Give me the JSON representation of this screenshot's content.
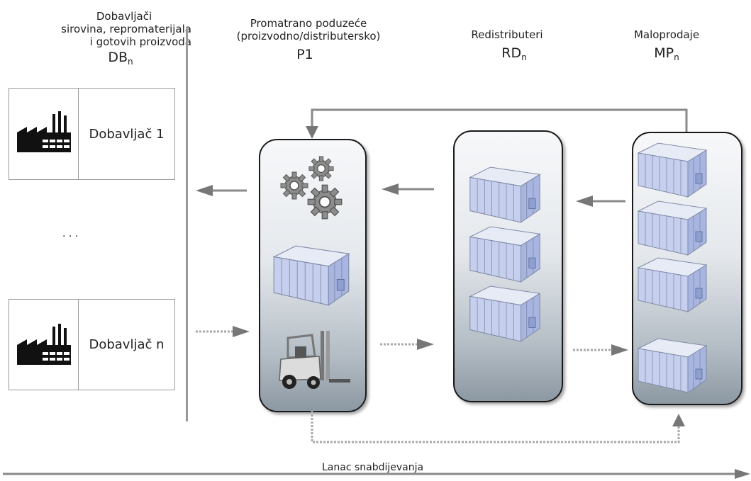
{
  "headers": {
    "suppliers": {
      "lines": [
        "Dobavljači",
        "sirovina, repromaterijala",
        "i gotovih proizvoda"
      ],
      "symbol_base": "DB",
      "symbol_sub": "n"
    },
    "company": {
      "lines": [
        "Promatrano poduzeće",
        "(proizvodno/distributersko)"
      ],
      "symbol_base": "P1"
    },
    "redistributors": {
      "lines": [
        "Redistributeri"
      ],
      "symbol_base": "RD",
      "symbol_sub": "n"
    },
    "retail": {
      "lines": [
        "Maloprodaje"
      ],
      "symbol_base": "MP",
      "symbol_sub": "n"
    }
  },
  "suppliers": [
    {
      "label": "Dobavljač 1",
      "icon": "factory-icon"
    },
    {
      "label": "Dobavljač n",
      "icon": "factory-icon"
    }
  ],
  "ellipsis": ". . .",
  "footer": {
    "label": "Lanac snabdijevanja"
  },
  "icons": {
    "gears": "gears-icon",
    "warehouse": "warehouse-icon",
    "forklift": "forklift-icon"
  },
  "colors": {
    "panel_border": "#1a1a1a",
    "arrow_solid": "#8a8a8a",
    "arrow_dashed": "#a8a8a8",
    "warehouse_front": "#c6d0ee",
    "warehouse_side": "#a7b5e0",
    "warehouse_top": "#e6ebf6"
  }
}
